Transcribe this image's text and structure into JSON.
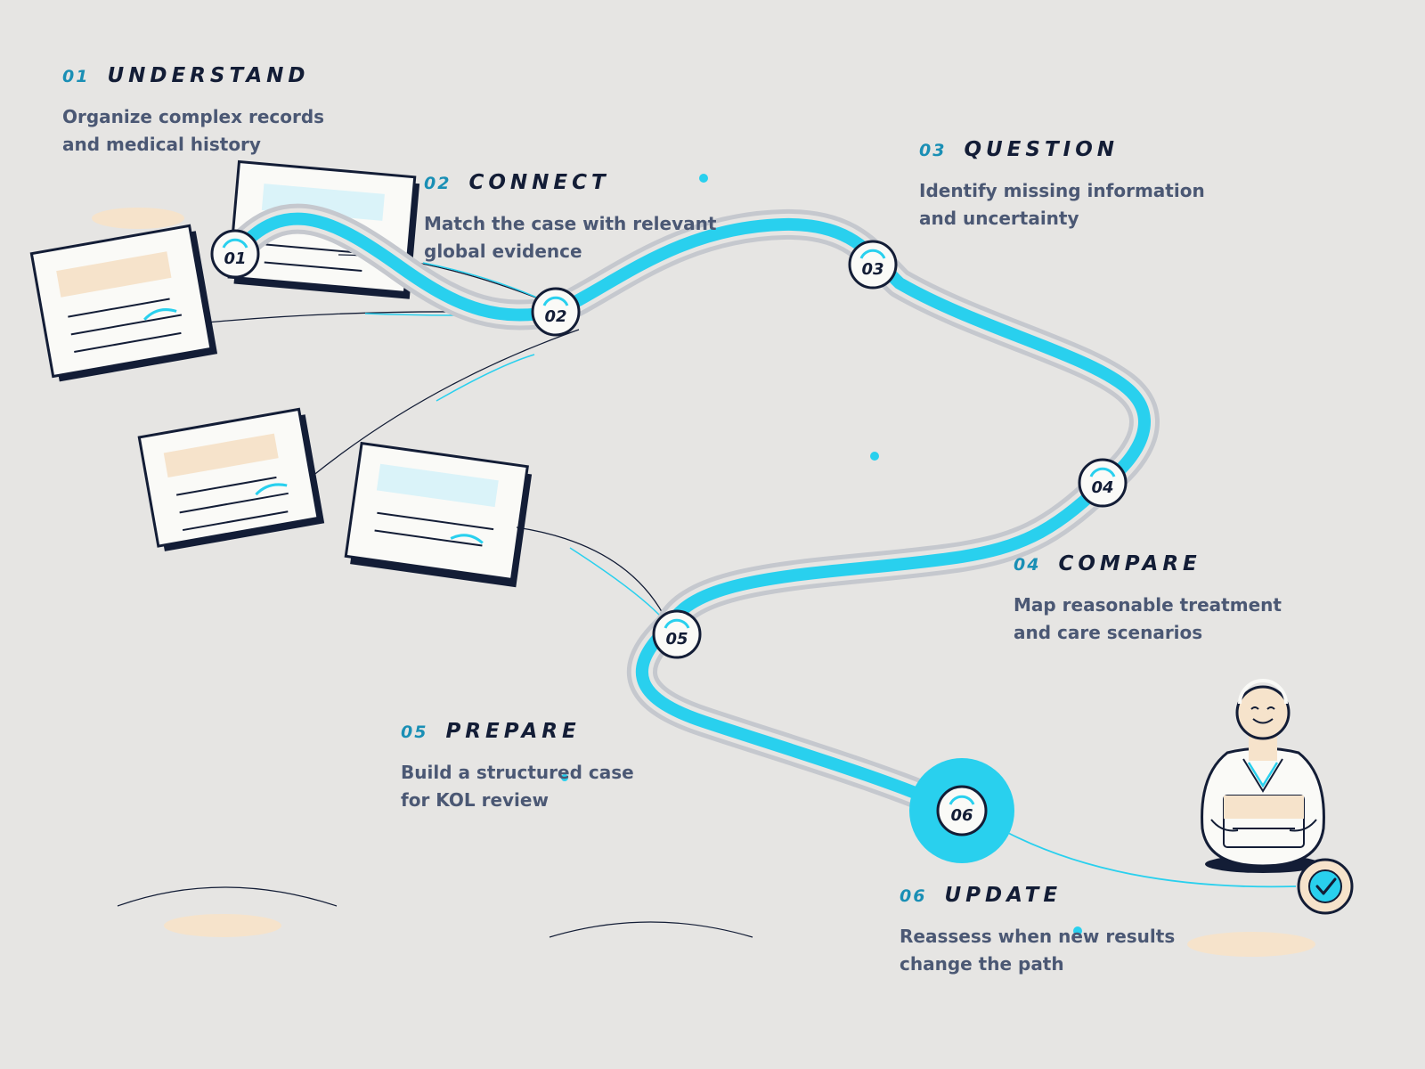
{
  "steps": [
    {
      "num": "01",
      "title": "UNDERSTAND",
      "line1": "Organize complex records",
      "line2": "and medical history"
    },
    {
      "num": "02",
      "title": "CONNECT",
      "line1": "Match the case with relevant",
      "line2": "global evidence"
    },
    {
      "num": "03",
      "title": "QUESTION",
      "line1": "Identify missing information",
      "line2": "and uncertainty"
    },
    {
      "num": "04",
      "title": "COMPARE",
      "line1": "Map reasonable treatment",
      "line2": "and care scenarios"
    },
    {
      "num": "05",
      "title": "PREPARE",
      "line1": "Build a structured case",
      "line2": "for KOL review"
    },
    {
      "num": "06",
      "title": "UPDATE",
      "line1": "Reassess when new results",
      "line2": "change the path"
    }
  ],
  "nodes": [
    {
      "label": "01"
    },
    {
      "label": "02"
    },
    {
      "label": "03"
    },
    {
      "label": "04"
    },
    {
      "label": "05"
    },
    {
      "label": "06"
    }
  ],
  "colors": {
    "background": "#e6e5e3",
    "path": "#29d0ee",
    "path_outline": "#c5c8ce",
    "ink": "#131d36",
    "accent_number": "#1a8fb5",
    "text": "#4b5874",
    "peach": "#f6e3cb",
    "light_blue": "#daf3f9",
    "paper": "#fafaf7"
  },
  "icons": {
    "person": "person-holding-document-icon",
    "check": "check-badge-icon",
    "document": "document-card-icon"
  }
}
